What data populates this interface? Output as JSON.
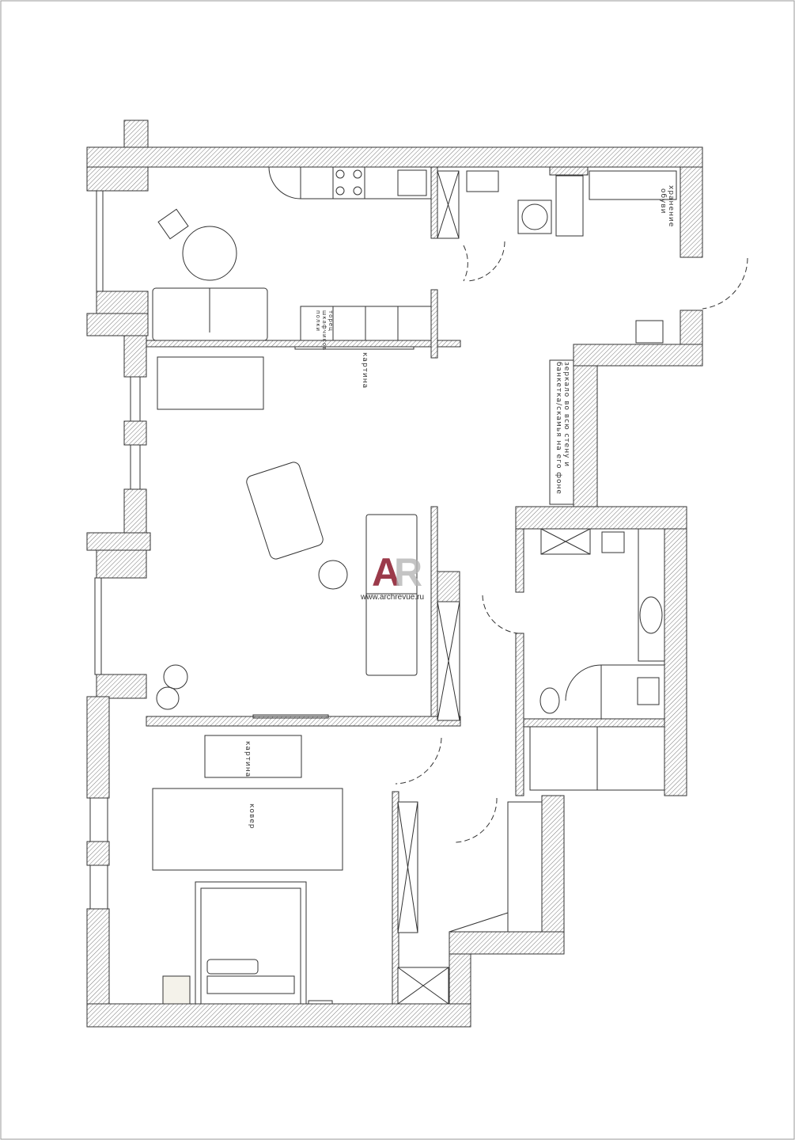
{
  "labels": {
    "shelf_end": [
      "торец",
      "шкафчиков",
      "полки"
    ],
    "picture_living": "картина",
    "shoe_storage": [
      "хранение",
      "обуви"
    ],
    "mirror_note": [
      "зеркало во всю стену и",
      "банкетка/скамья на его фоне"
    ],
    "picture_bedroom": "картина",
    "rug": "ковер"
  },
  "watermark": {
    "logo": "AR",
    "url": "www.archrevue.ru"
  },
  "colors": {
    "logo_a": "#9b3a4a",
    "logo_r": "#b5b5b5",
    "line": "#333333"
  }
}
